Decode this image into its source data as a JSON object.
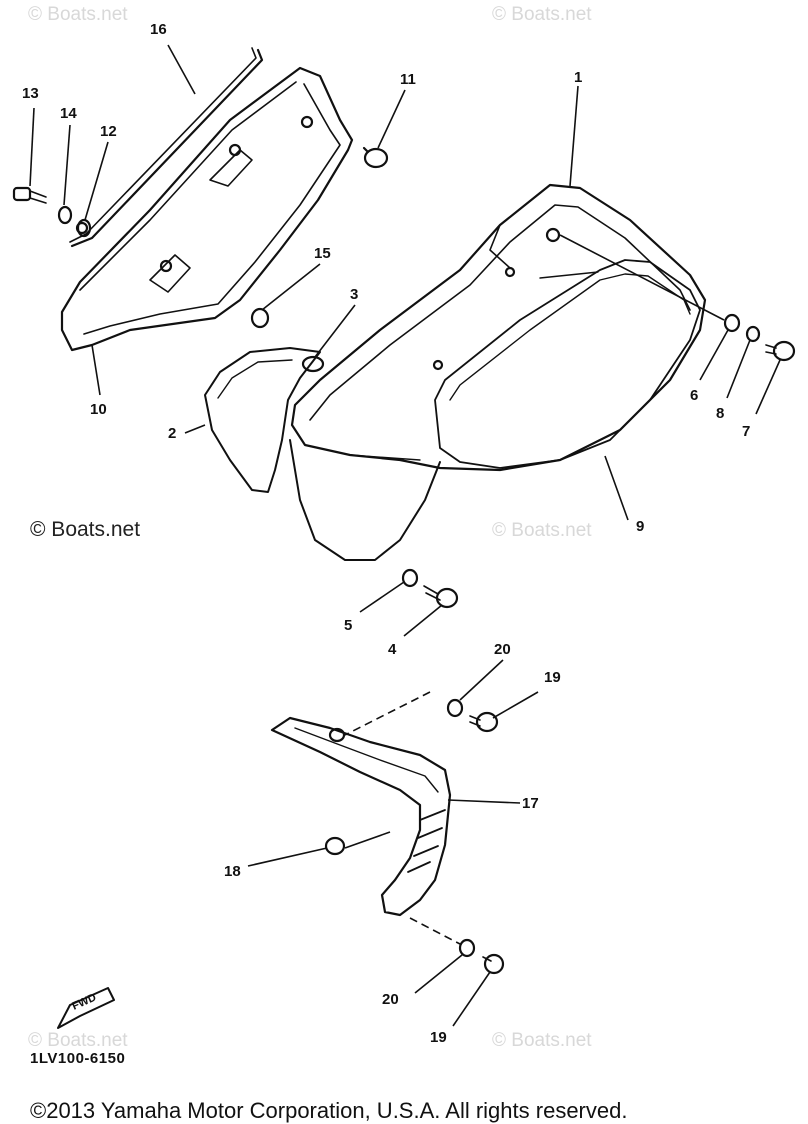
{
  "watermarks": [
    "© Boats.net",
    "© Boats.net",
    "© Boats.net",
    "© Boats.net",
    "© Boats.net",
    "© Boats.net"
  ],
  "callouts": {
    "c1": "1",
    "c2": "2",
    "c3": "3",
    "c4": "4",
    "c5": "5",
    "c6": "6",
    "c7": "7",
    "c8": "8",
    "c9": "9",
    "c10": "10",
    "c11": "11",
    "c12": "12",
    "c13": "13",
    "c14": "14",
    "c15": "15",
    "c16": "16",
    "c17": "17",
    "c18": "18",
    "c19a": "19",
    "c19b": "19",
    "c20a": "20",
    "c20b": "20"
  },
  "fwd_label": "FWD",
  "diagram_code": "1LV100-6150",
  "copyright": "©2013 Yamaha Motor Corporation, U.S.A. All rights reserved."
}
